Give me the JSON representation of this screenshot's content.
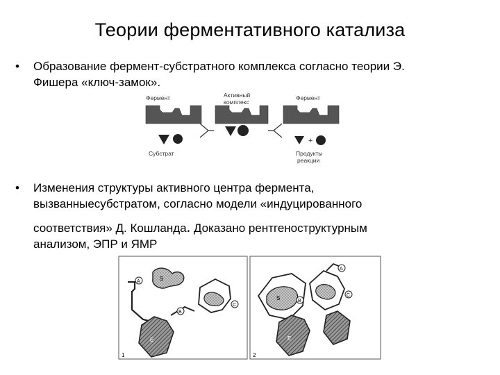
{
  "slide": {
    "title": "Теории ферментативного катализа",
    "bullet_symbol": "•",
    "bullet1": {
      "line1": "Образование фермент-субстратного комплекса согласно теории Э.",
      "line2": "Фишера «ключ-замок»."
    },
    "bullet2": {
      "line1": "Изменения структуры активного центра фермента,",
      "line2": "вызванныесубстратом, согласно модели «индуцированного",
      "line3a": "соответствия» Д. Кошланда",
      "line3dot": ".",
      "line3b": " Доказано рентгеноструктурным",
      "line4": "анализом, ЭПР и ЯМР"
    }
  },
  "fig1": {
    "label_enzyme_left": "Фермент",
    "label_active_complex_1": "Активный",
    "label_active_complex_2": "комплекс",
    "label_enzyme_right": "Фермент",
    "label_substrate": "Субстрат",
    "label_products_1": "Продукты",
    "label_products_2": "реакции",
    "plus": "+"
  },
  "fig2": {
    "panel1_number": "1",
    "panel2_number": "2",
    "site_a": "A",
    "site_b": "B",
    "site_c": "C",
    "substrate_s": "S",
    "enzyme_e": "E"
  }
}
